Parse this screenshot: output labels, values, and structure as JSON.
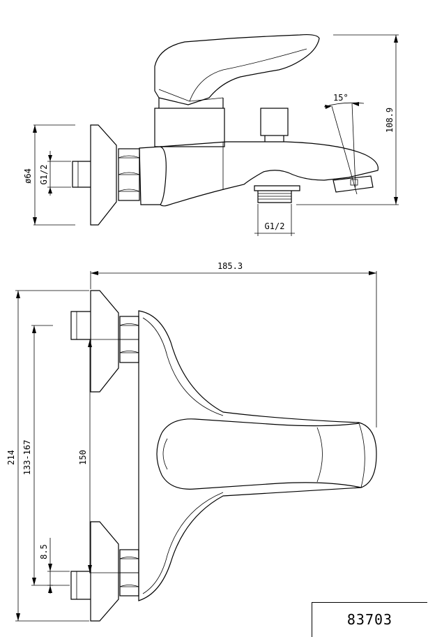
{
  "model_code": "83703",
  "side_view": {
    "dim_diameter": "ø64",
    "dim_inlet_thread": "G1/2",
    "dim_outlet_thread": "G1/2",
    "dim_angle": "15°",
    "dim_height": "108.9"
  },
  "top_view": {
    "dim_width": "185.3",
    "dim_total_height": "214",
    "dim_adjust_range": "133-167",
    "dim_center_distance": "150",
    "dim_offset": "8.5"
  }
}
